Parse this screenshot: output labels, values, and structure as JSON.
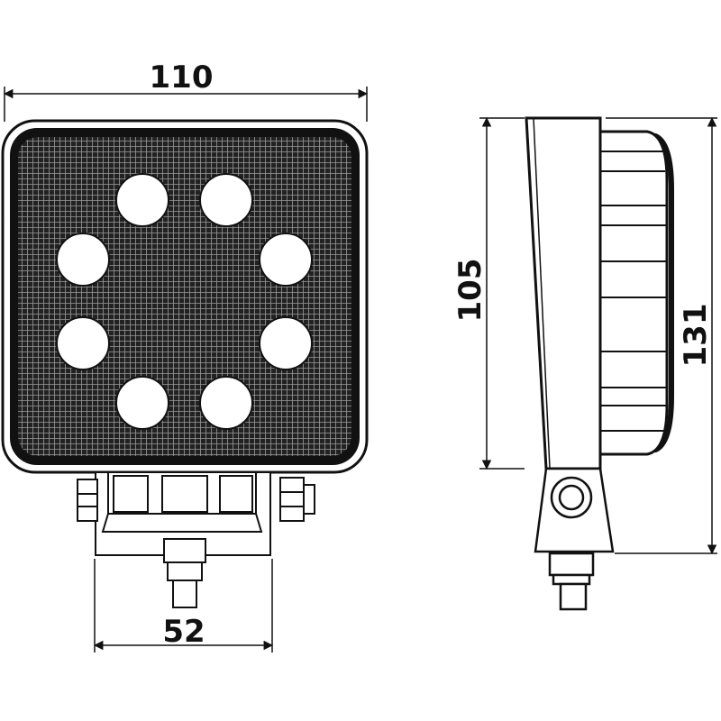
{
  "dimensions": {
    "width": "110",
    "mount_width": "52",
    "housing_height": "105",
    "total_height": "131"
  },
  "front_view": {
    "led_count": 8
  },
  "colors": {
    "line": "#111111",
    "lens_dark": "#2a2a2a",
    "background": "#ffffff"
  }
}
